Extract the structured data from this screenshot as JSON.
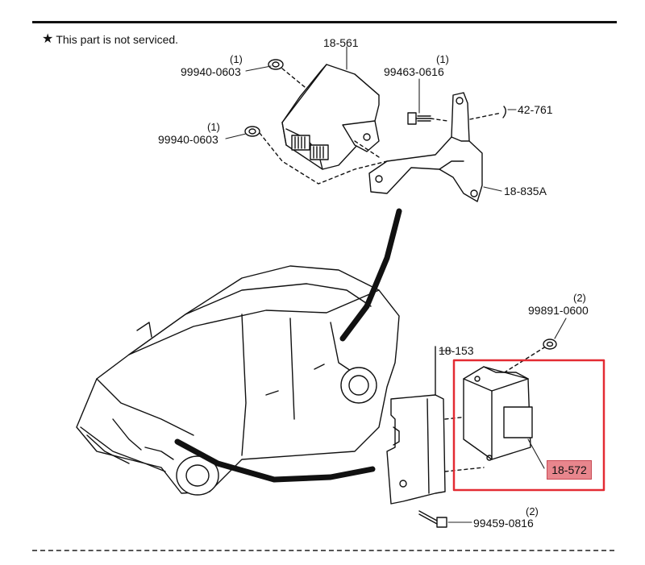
{
  "note": {
    "symbol": "★",
    "text": "This part is not serviced."
  },
  "parts": {
    "p18561": "18-561",
    "p9994006a": "99940-0603",
    "p9994006b": "99940-0603",
    "p994630616": "99463-0616",
    "p42761": "42-761",
    "p18835a": "18-835A",
    "p998910600": "99891-0600",
    "p18153": "18-153",
    "p18572": "18-572",
    "p994590816": "99459-0816"
  },
  "quantities": {
    "q9994006a": "(1)",
    "q9994006b": "(1)",
    "q994630616": "(1)",
    "q998910600": "(2)",
    "q994590816": "(2)"
  },
  "colors": {
    "highlight_border": "#e32b33",
    "highlight_fill": "#e8868d"
  }
}
